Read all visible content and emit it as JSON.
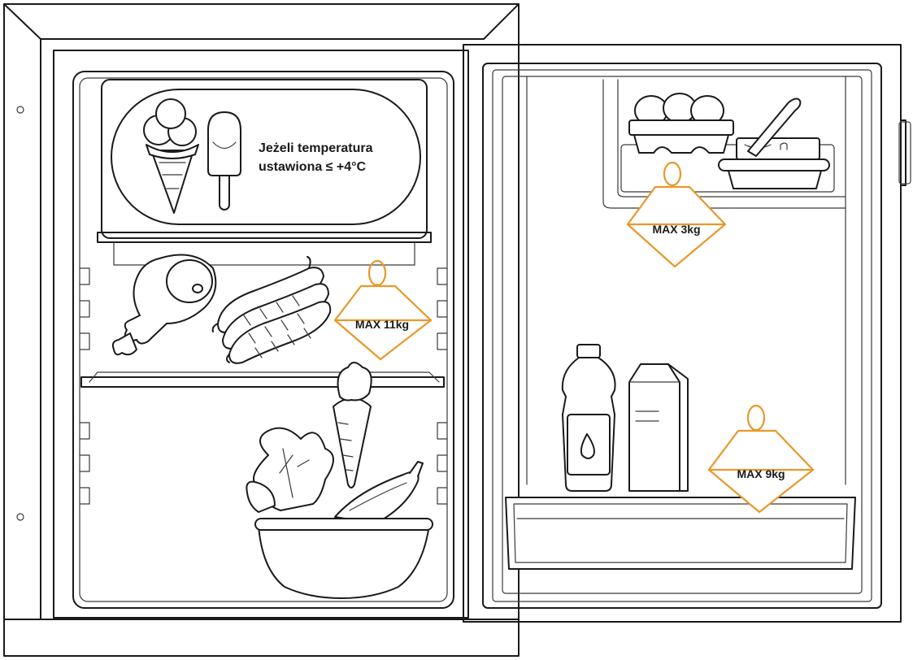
{
  "colors": {
    "outline": "#1a1a1a",
    "weight_accent": "#e8982a",
    "background": "#ffffff"
  },
  "freezer_note": {
    "line1": "Jeżeli temperatura",
    "line2": "ustawiona ≤ +4°C"
  },
  "weights": {
    "shelf_left": "MAX 11kg",
    "door_top": "MAX 3kg",
    "door_bottom": "MAX 9kg"
  },
  "icons": [
    "ice-cream-cone-icon",
    "popsicle-icon",
    "ham-icon",
    "sausages-icon",
    "carrot-icon",
    "vegetable-bowl-icon",
    "eggs-carton-icon",
    "butter-dish-icon",
    "water-bottle-icon",
    "milk-carton-icon",
    "weight-icon"
  ]
}
